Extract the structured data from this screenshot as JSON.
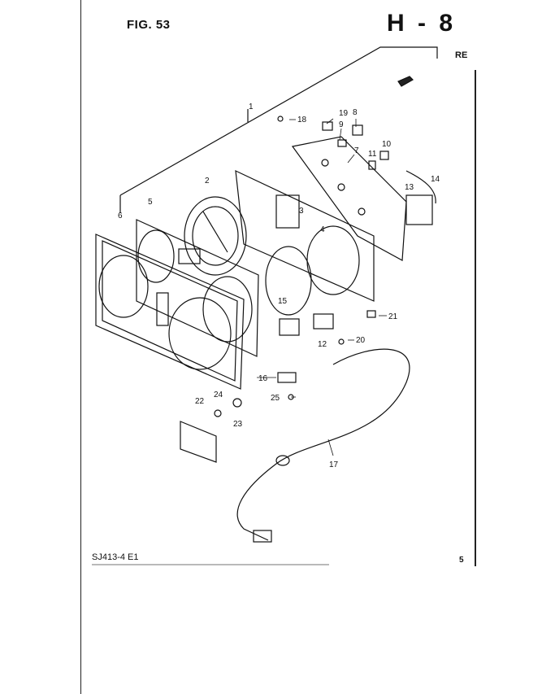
{
  "header": {
    "figure_label": "FIG. 53",
    "section_code": "H - 8",
    "corner_text": "RE"
  },
  "footer": {
    "model_code": "SJ413-4  E1",
    "page_number": "5"
  },
  "callouts": [
    "1",
    "2",
    "3",
    "4",
    "5",
    "6",
    "7",
    "8",
    "9",
    "10",
    "11",
    "12",
    "13",
    "14",
    "15",
    "16",
    "17",
    "18",
    "19",
    "20",
    "21",
    "22",
    "23",
    "24",
    "25"
  ]
}
